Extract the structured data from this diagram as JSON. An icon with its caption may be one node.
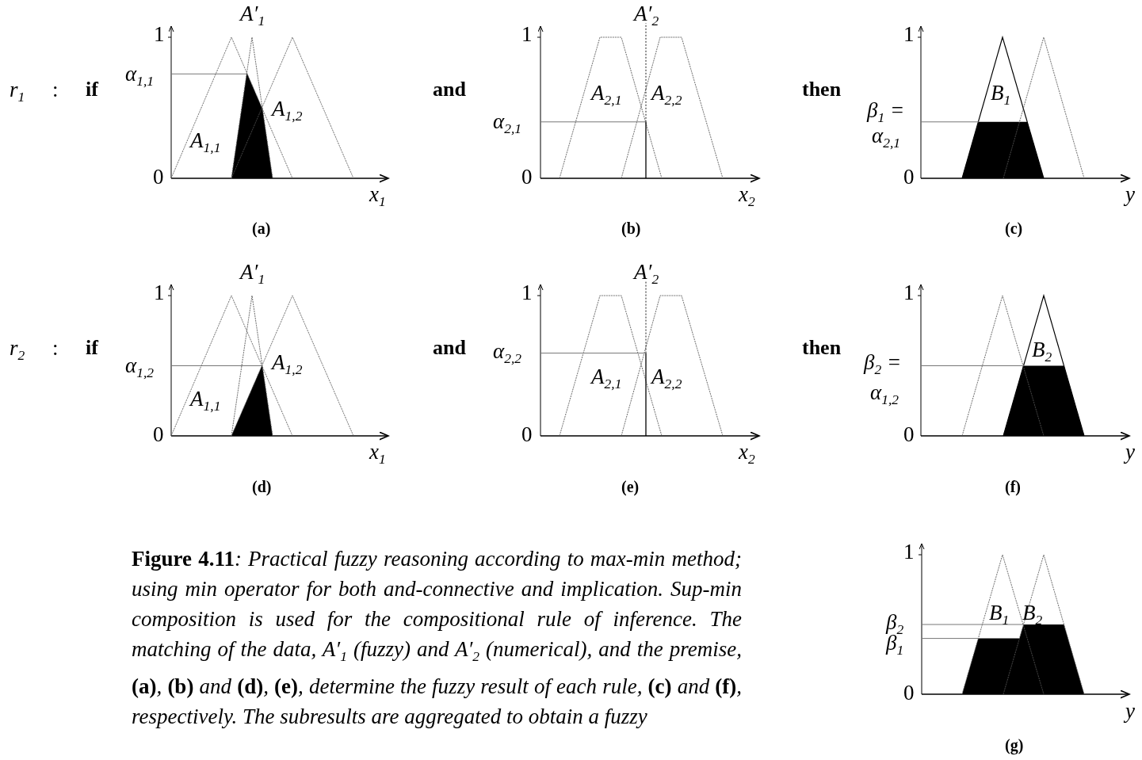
{
  "diagram": {
    "caption": "**Figure 4.11**: Practical fuzzy reasoning according to max-min method; using min operator for both and-connective and implication. Sup-min composition is used for the compositional rule of inference. The matching of the data, A′$_{1}$ (fuzzy) and A′$_{2}$ (numerical), and the premise, **(a)**, **(b)** and **(d)**, **(e)**, determine the fuzzy result of each rule, **(c)** and **(f)**, respectively. The subresults are aggregated to obtain a fuzzy",
    "labels": [
      "r$_{1}$",
      ":",
      "if",
      "A′$_{1}$",
      "1",
      "α$_{1,1}$",
      "A$_{1,2}$",
      "A$_{1,1}$",
      "0",
      "x$_{1}$",
      "(a)",
      "and",
      "A′$_{2}$",
      "1",
      "A$_{2,1}$",
      "A$_{2,2}$",
      "α$_{2,1}$",
      "0",
      "x$_{2}$",
      "(b)",
      "then",
      "1",
      "B$_{1}$",
      "β$_{1}$ =",
      "α$_{2,1}$",
      "0",
      "y",
      "(c)",
      "r$_{2}$",
      ":",
      "if",
      "A′$_{1}$",
      "1",
      "α$_{1,2}$",
      "A$_{1,2}$",
      "A$_{1,1}$",
      "0",
      "x$_{1}$",
      "(d)",
      "and",
      "A′$_{2}$",
      "1",
      "α$_{2,2}$",
      "A$_{2,1}$",
      "A$_{2,2}$",
      "0",
      "x$_{2}$",
      "(e)",
      "then",
      "1",
      "B$_{2}$",
      "β$_{2}$ =",
      "α$_{1,2}$",
      "0",
      "y",
      "(f)",
      "1",
      "B$_{1}$",
      "B$_{2}$",
      "β$_{2}$",
      "β$_{1}$",
      "0",
      "y",
      "(g)"
    ]
  }
}
